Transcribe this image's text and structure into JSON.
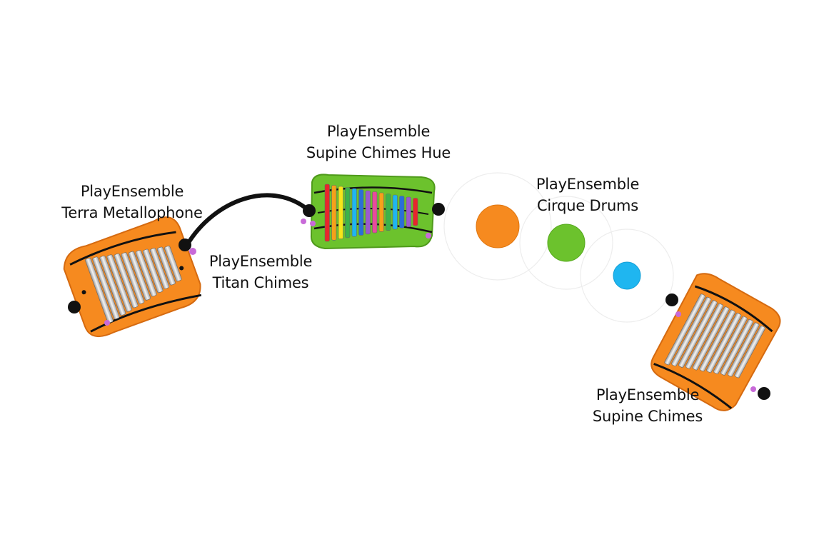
{
  "products": [
    {
      "id": "terra",
      "line1": "PlayEnsemble",
      "line2": "Terra Metallophone"
    },
    {
      "id": "titan",
      "line1": "PlayEnsemble",
      "line2": "Titan Chimes"
    },
    {
      "id": "supine-hue",
      "line1": "PlayEnsemble",
      "line2": "Supine Chimes Hue"
    },
    {
      "id": "cirque",
      "line1": "PlayEnsemble",
      "line2": "Cirque Drums"
    },
    {
      "id": "supine",
      "line1": "PlayEnsemble",
      "line2": "Supine Chimes"
    }
  ],
  "colors": {
    "orange": "#f68a1f",
    "green": "#6cc22d",
    "blue": "#1fb6f0",
    "black": "#111111",
    "purple": "#c86ad8",
    "rainbow": [
      "#e8262b",
      "#f6a11a",
      "#f6e61a",
      "#3cb34a",
      "#1fb6f0",
      "#2a6fd8",
      "#9b59d0",
      "#e84a9c",
      "#f6a11a",
      "#3cb34a",
      "#1fb6f0",
      "#2a6fd8",
      "#9b59d0",
      "#e8262b"
    ]
  }
}
